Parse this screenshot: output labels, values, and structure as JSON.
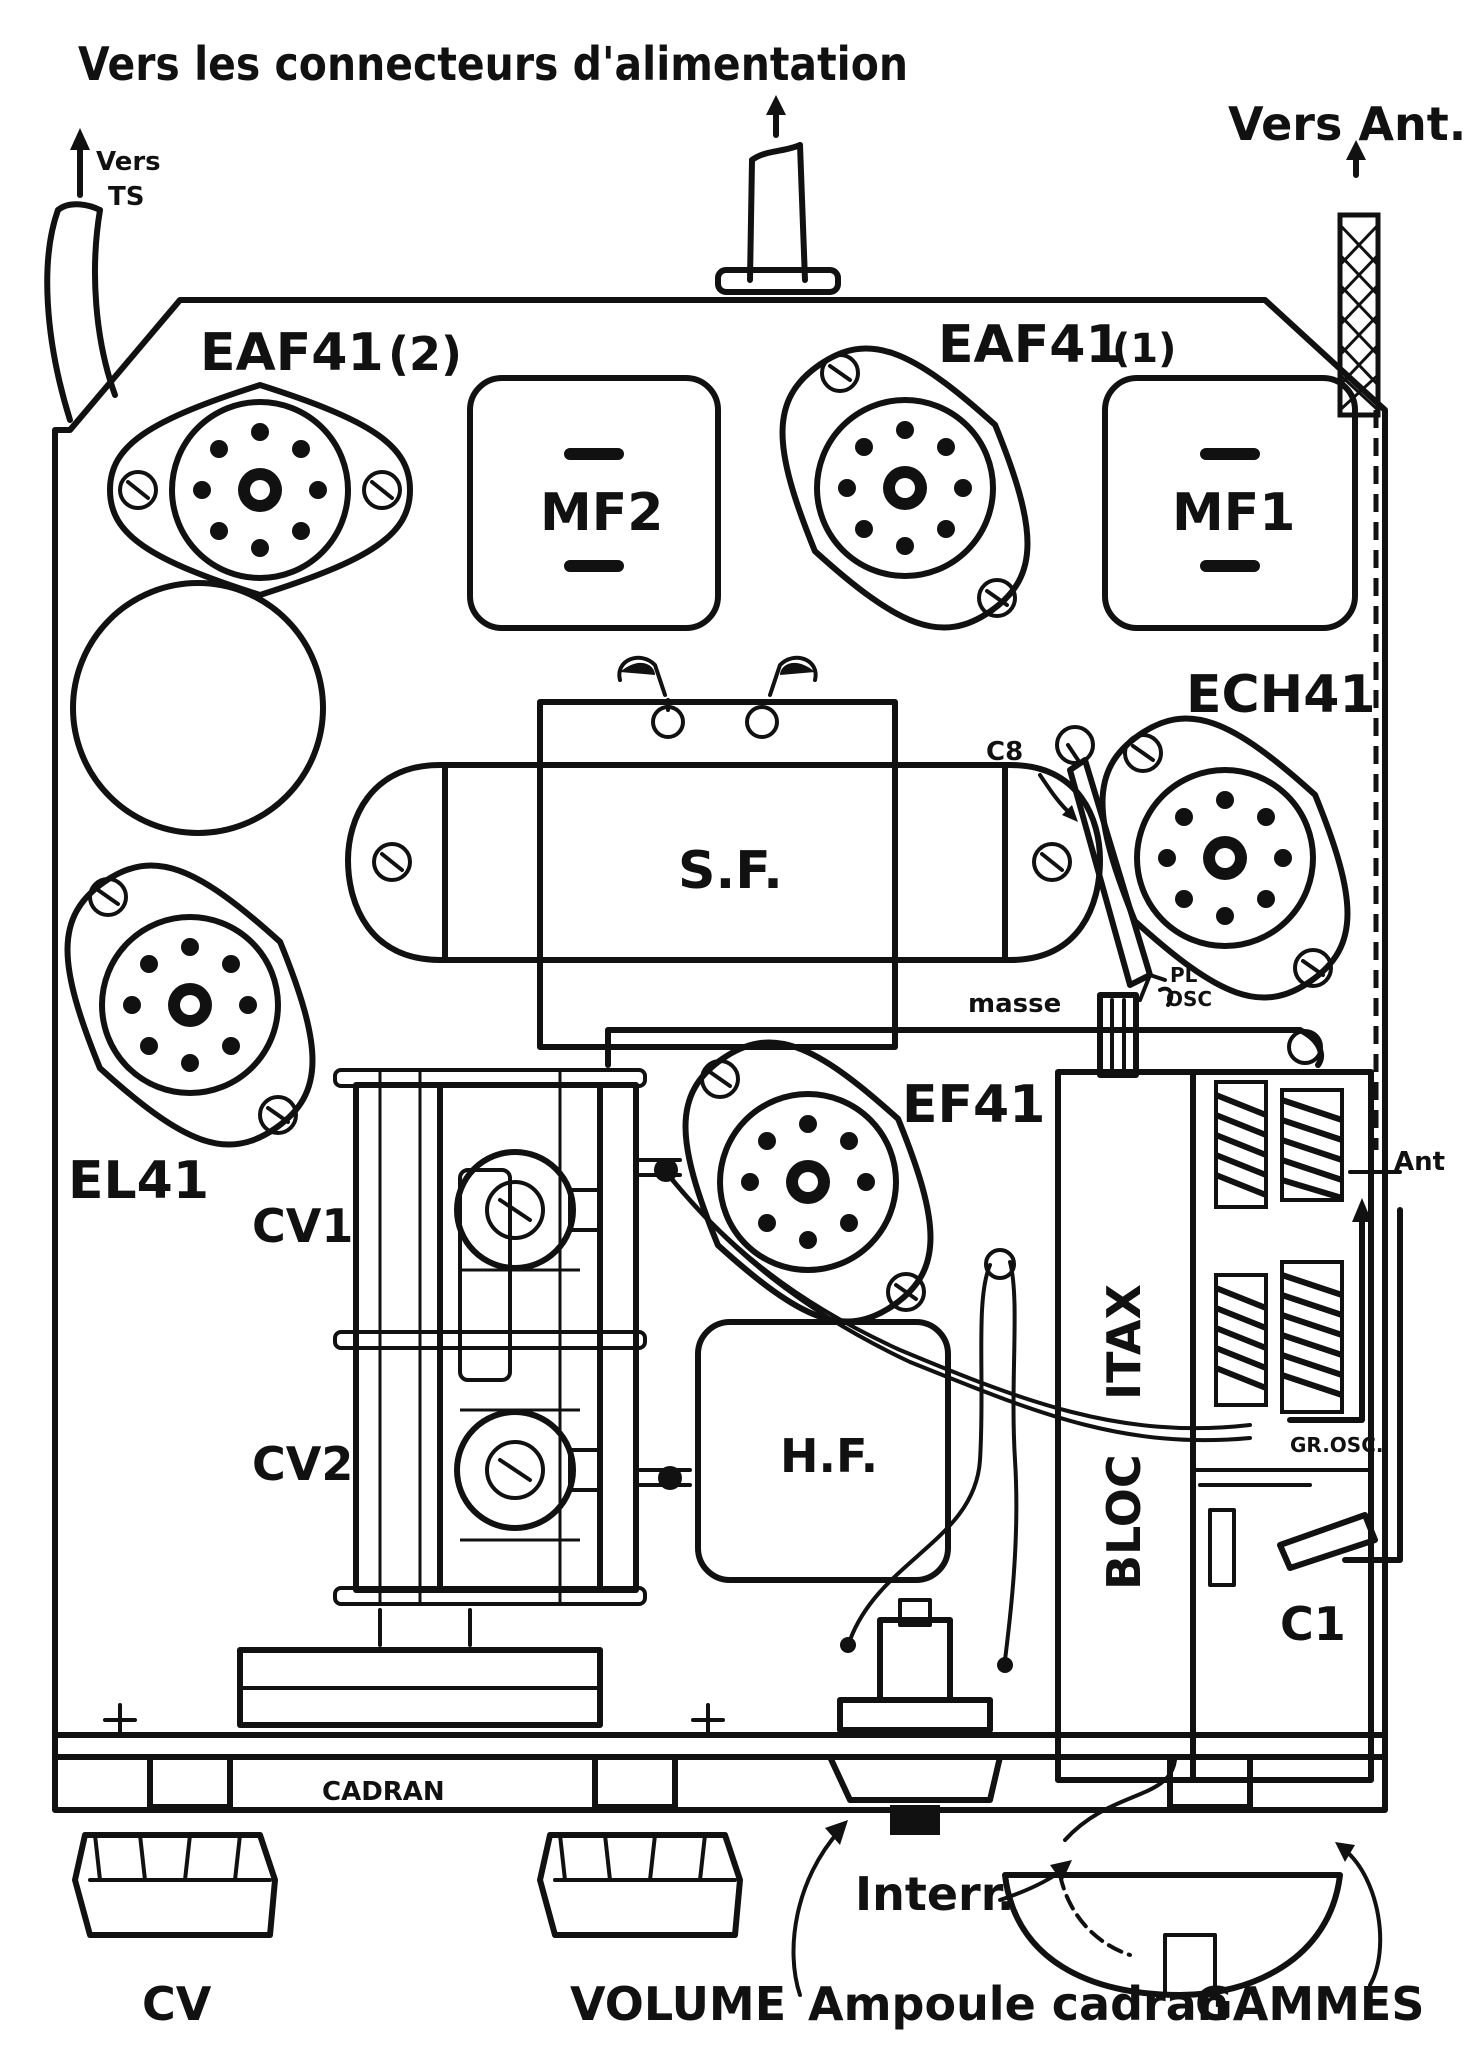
{
  "labels": {
    "top_power": "Vers les connecteurs d'alimentation",
    "to_ts": "Vers",
    "to_ts_2": "TS",
    "to_ant": "Vers Ant.",
    "eaf41_2": "EAF41",
    "eaf41_2_num": "(2)",
    "eaf41_1": "EAF41",
    "eaf41_1_num": "(1)",
    "mf2": "MF2",
    "mf1": "MF1",
    "ech41": "ECH41",
    "c8": "C8",
    "sf": "S.F.",
    "el41": "EL41",
    "masse": "masse",
    "pl": "PL",
    "osc": "OSC",
    "ef41": "EF41",
    "ant": "Ant",
    "cv1": "CV1",
    "cv2": "CV2",
    "hf": "H.F.",
    "itax": "ITAX",
    "bloc": "BLOC",
    "gr_osc": "GR.OSC.",
    "c1": "C1",
    "cadran": "CADRAN",
    "interr": "Interr.",
    "cv": "CV",
    "volume": "VOLUME",
    "ampoule": "Ampoule cadran",
    "gammes": "GAMMES"
  }
}
